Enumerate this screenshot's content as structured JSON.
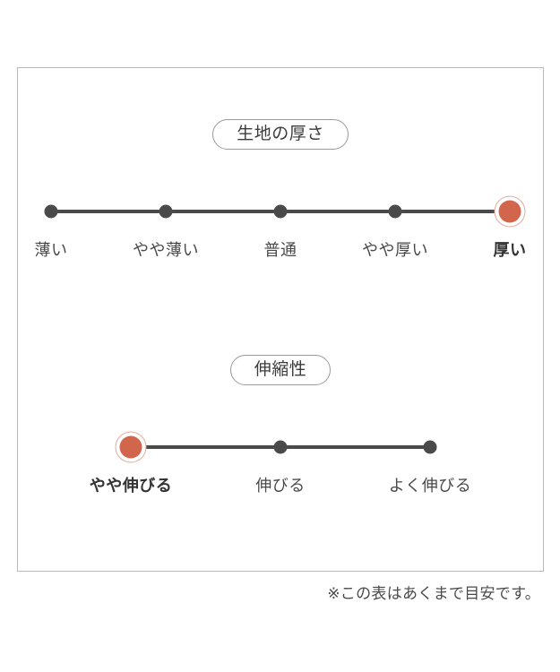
{
  "chart_data": {
    "type": "scale-diagram",
    "title": "",
    "footnote": "※この表はあくまで目安です。",
    "attributes": [
      {
        "name": "生地の厚さ",
        "selected_index": 4,
        "categories": [
          "薄い",
          "やや薄い",
          "普通",
          "やや厚い",
          "厚い"
        ],
        "values": [
          1,
          2,
          3,
          4,
          5
        ],
        "selected_value": "厚い"
      },
      {
        "name": "伸縮性",
        "selected_index": 0,
        "categories": [
          "やや伸びる",
          "伸びる",
          "よく伸びる"
        ],
        "values": [
          1,
          2,
          3
        ],
        "selected_value": "やや伸びる"
      }
    ],
    "colors": {
      "active_dot": "#d2664d",
      "active_ring": "#e0ab9c",
      "inactive_dot": "#4a4a4a",
      "track": "#4a4a4a",
      "frame_border": "#b9b9b9",
      "pill_border": "#9a9a9a",
      "text": "#4a4a4a"
    }
  }
}
